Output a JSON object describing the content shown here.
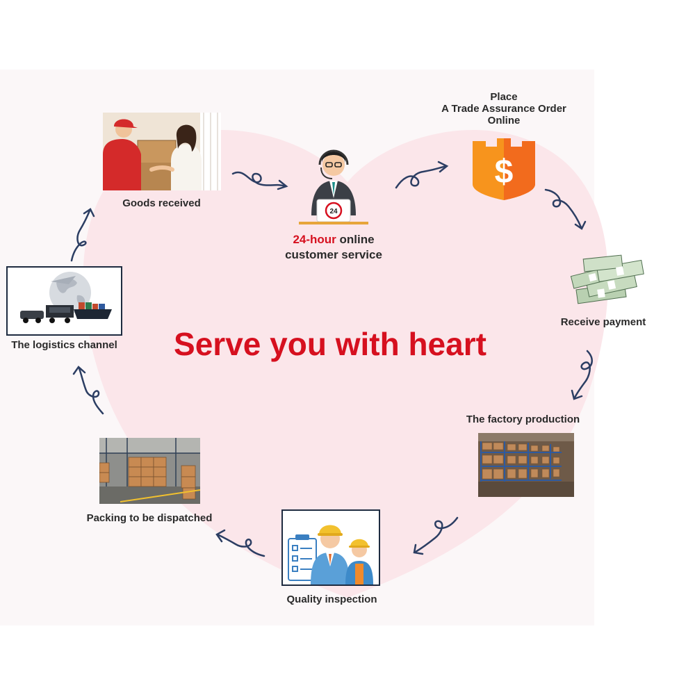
{
  "headline": "Serve you with heart",
  "service": {
    "highlight": "24-hour",
    "rest_line1": " online",
    "line2": "customer service",
    "badge": "24"
  },
  "steps": {
    "place_order": {
      "line1": "Place",
      "line2": "A Trade Assurance Order",
      "line3": "Online",
      "icon_symbol": "$"
    },
    "receive_payment": "Receive payment",
    "factory_production": "The factory production",
    "quality_inspection": "Quality inspection",
    "packing": "Packing to be dispatched",
    "logistics": "The logistics channel",
    "goods_received": "Goods received"
  },
  "colors": {
    "accent": "#d6101f",
    "heart": "#fbe6ea",
    "shield": "#f7941d",
    "arrow": "#2c3e63"
  },
  "icons": {
    "service": "customer-service-agent-icon",
    "place_order": "dollar-shield-icon",
    "payment": "money-stack-icon",
    "factory": "warehouse-shelves-icon",
    "quality": "inspectors-checklist-icon",
    "packing": "packed-boxes-icon",
    "logistics": "globe-transport-icon",
    "goods": "delivery-handover-icon"
  }
}
